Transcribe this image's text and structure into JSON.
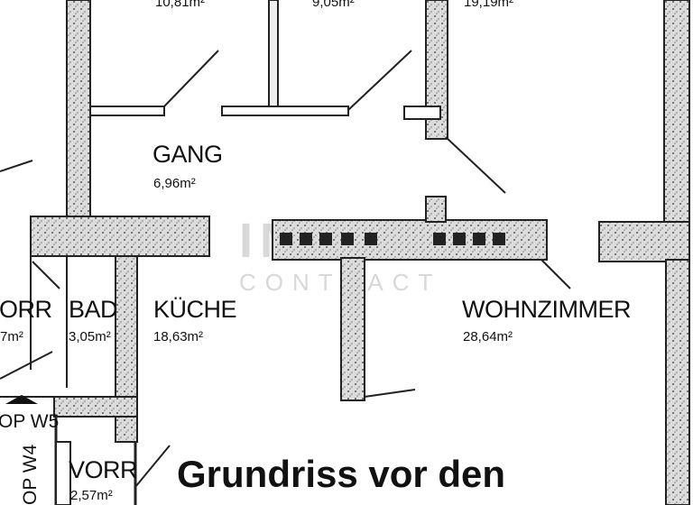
{
  "plan": {
    "top_rooms": [
      {
        "area": "10,81m²"
      },
      {
        "area": "9,05m²"
      },
      {
        "area": "19,19m²"
      }
    ],
    "rooms": [
      {
        "key": "gang",
        "name": "GANG",
        "area": "6,96m²"
      },
      {
        "key": "vorr_left",
        "name": "ORR",
        "area": "7m²"
      },
      {
        "key": "bad",
        "name": "BAD",
        "area": "3,05m²"
      },
      {
        "key": "kueche",
        "name": "KÜCHE",
        "area": "18,63m²"
      },
      {
        "key": "wohnzimmer",
        "name": "WOHNZIMMER",
        "area": "28,64m²"
      },
      {
        "key": "vorr_bottom",
        "name": "VORR",
        "area": "2,57m²"
      }
    ],
    "unit_labels": {
      "top_w5": "OP W5",
      "top_w4": "OP W4"
    },
    "headline": "Grundriss vor den",
    "watermark": {
      "main": "IMMO",
      "sub": "CONTRACT"
    },
    "colors": {
      "wall": "#222222",
      "wall_fill": "#d6d6d6",
      "ink": "#111111",
      "watermark": "#d8d8d8"
    }
  }
}
